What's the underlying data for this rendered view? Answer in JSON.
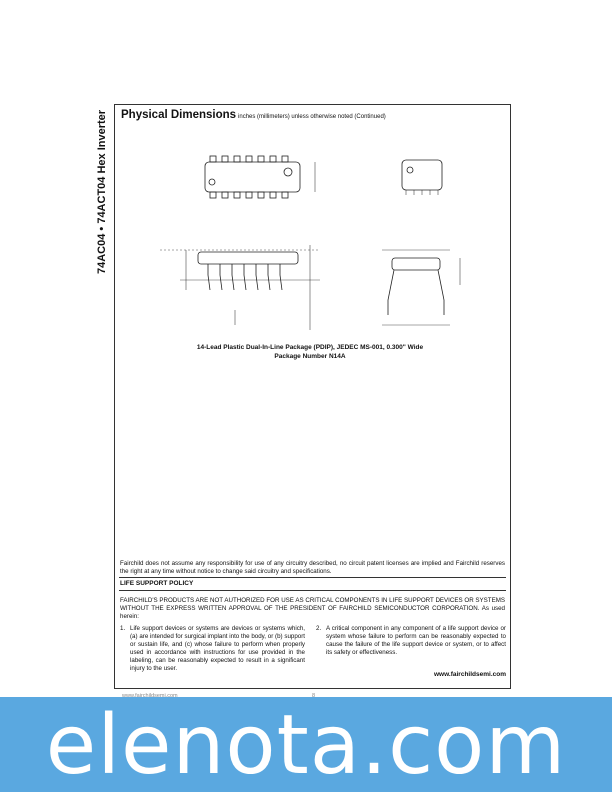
{
  "side_title": "74AC04 • 74ACT04 Hex Inverter",
  "section": {
    "title": "Physical Dimensions",
    "subtitle": "inches (millimeters) unless otherwise noted (Continued)"
  },
  "package_caption": {
    "line1": "14-Lead Plastic Dual-In-Line Package (PDIP), JEDEC MS-001, 0.300\" Wide",
    "line2": "Package Number N14A"
  },
  "disclaimer": "Fairchild does not assume any responsibility for use of any circuitry described, no circuit patent licenses are implied and Fairchild reserves the right at any time without notice to change said circuitry and specifications.",
  "life_support": {
    "title": "LIFE SUPPORT POLICY",
    "body": "FAIRCHILD'S PRODUCTS ARE NOT AUTHORIZED FOR USE AS CRITICAL COMPONENTS IN LIFE SUPPORT DEVICES OR SYSTEMS WITHOUT THE EXPRESS WRITTEN APPROVAL OF THE PRESIDENT OF FAIRCHILD SEMICONDUCTOR CORPORATION. As used herein:",
    "item1_num": "1.",
    "item1": "Life support devices or systems are devices or systems which, (a) are intended for surgical implant into the body, or (b) support or sustain life, and (c) whose failure to perform when properly used in accordance with instructions for use provided in the labeling, can be reasonably expected to result in a significant injury to the user.",
    "item2_num": "2.",
    "item2": "A critical component in any component of a life support device or system whose failure to perform can be reasonably expected to cause the failure of the life support device or system, or to affect its safety or effectiveness.",
    "website": "www.fairchildsemi.com"
  },
  "footer": {
    "url": "www.fairchildsemi.com",
    "page": "8"
  },
  "banner": {
    "text": "elenota.com",
    "color": "#5aa8e0"
  }
}
